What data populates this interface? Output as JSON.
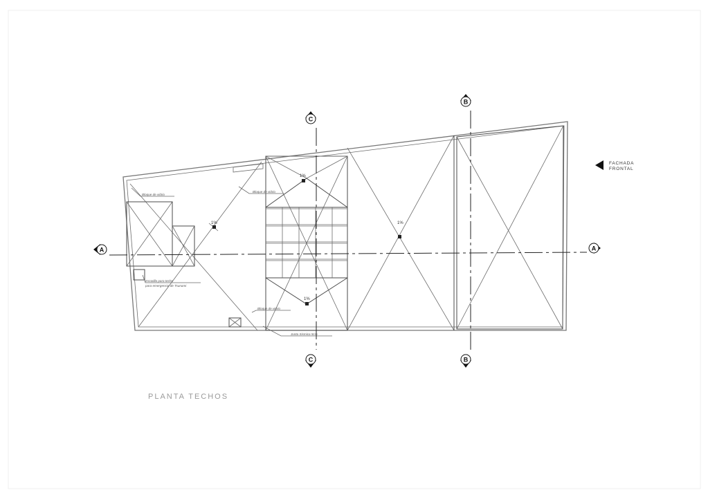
{
  "drawing": {
    "title": "PLANTA TECHOS",
    "front_label": [
      "FACHADA",
      "FRONTAL"
    ],
    "section_markers": {
      "a": "A",
      "b": "B",
      "c": "C"
    },
    "slope_labels": {
      "left": "1%",
      "center_top": "1%",
      "center_bottom": "1%",
      "right": "1%"
    },
    "notes": {
      "glass_block_top_left": "Bloque de vidrio",
      "glass_block_top_center": "Bloque de vidrio",
      "glass_block_bottom": "Bloque de vidrio",
      "hatch_line1": "Escotilla para techo",
      "hatch_line2": "para emergencia de Tsunami",
      "seismic_joint": "Junta Sismica 5cm"
    }
  }
}
